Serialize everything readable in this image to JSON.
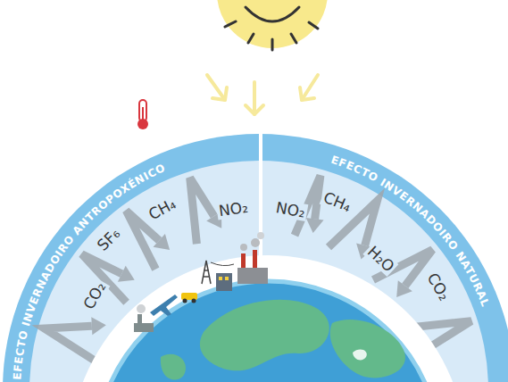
{
  "diagram": {
    "labels": [
      "EFECTO INVERNADOIRO ANTROPOXÉNICO",
      "CO₂",
      "SF₆",
      "CH₄",
      "NO₂",
      "EFECTO INVERNADOIRO NATURAL",
      "NO₂",
      "CH₄",
      "H₂O",
      "CO₂"
    ]
  }
}
